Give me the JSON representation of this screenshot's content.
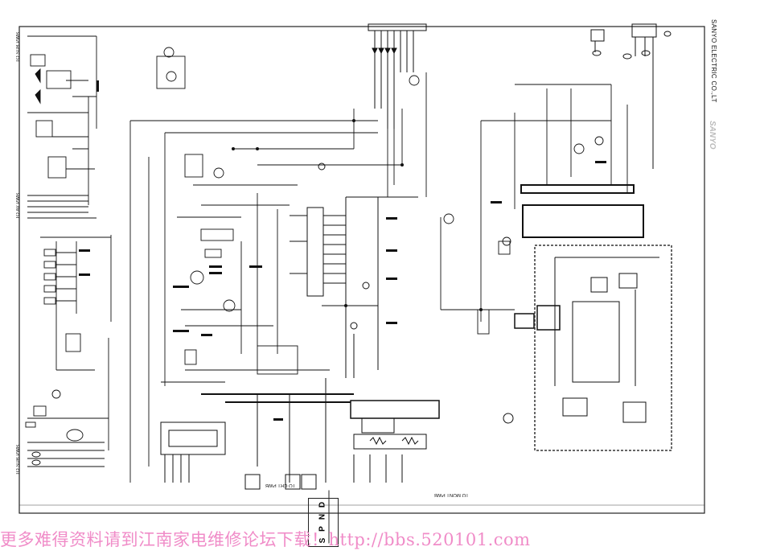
{
  "title_block": {
    "company": "SANYO ELECTRIC CO.,LT",
    "brand": "SANYO"
  },
  "connectors": {
    "sub_pwb_top": "TO SUB PWB",
    "av_pwb": "TO AV PWB",
    "sub_pwb_bottom": "TO SUB PWB",
    "crt_pwb": "TO CRT PWB",
    "mont_pwb": "TO MONT PWB"
  },
  "dnps_box": [
    "D",
    "N",
    "P",
    "S"
  ],
  "watermark": "更多难得资料请到江南家电维修论坛下载！http://bbs.520101.com",
  "colors": {
    "ink": "#111111",
    "dashed_block": "#333333",
    "watermark": "#f08cc8"
  }
}
